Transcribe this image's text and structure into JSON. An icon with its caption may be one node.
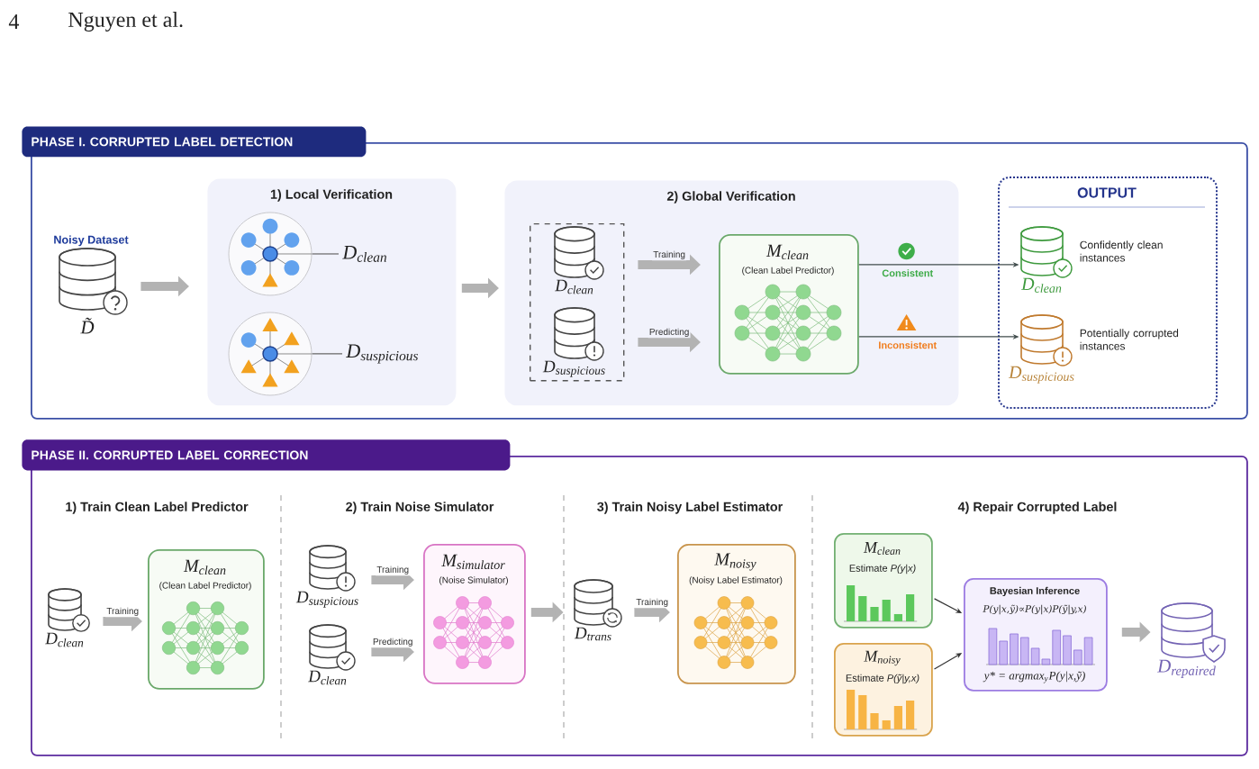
{
  "diagram": {
    "nodes": [
      {
        "text": [
          "PHASE I. CORRUPTED LABEL DETECTION"
        ]
      },
      {
        "text": [
          "Noisy Dataset",
          "D̃"
        ],
        "in": 0
      },
      {
        "text": [
          "1) Local Verification"
        ],
        "in": 0
      },
      {
        "text": [],
        "shape": "circle",
        "in": 2
      },
      {
        "text": [
          "D$_{clean}$"
        ],
        "in": 2
      },
      {
        "text": [],
        "shape": "circle",
        "in": 2
      },
      {
        "text": [
          "D$_{suspicious}$"
        ],
        "in": 2
      },
      {
        "text": [
          "2) Global Verification"
        ],
        "in": 0
      },
      {
        "text": [],
        "shape": "box",
        "in": 7
      },
      {
        "text": [
          "D$_{clean}$"
        ],
        "in": 8
      },
      {
        "text": [
          "D$_{suspicious}$"
        ],
        "in": 8
      },
      {
        "text": [
          "M$_{clean}$",
          "(Clean Label Predictor)"
        ],
        "in": 7
      },
      {
        "text": [
          "OUTPUT"
        ],
        "in": 0
      },
      {
        "text": [
          "D$_{clean}$"
        ],
        "beside": [
          "Confidently clean instances"
        ],
        "in": 12
      },
      {
        "text": [
          "D$_{suspicious}$"
        ],
        "beside": [
          "Potentially corrupted instances"
        ],
        "in": 12
      },
      {
        "text": [
          "PHASE II. CORRUPTED LABEL CORRECTION"
        ]
      },
      {
        "text": [
          "D$_{clean}$"
        ],
        "in": 15
      },
      {
        "text": [
          "M$_{clean}$",
          "(Clean Label Predictor)"
        ],
        "in": 15
      },
      {
        "text": [
          "D$_{suspicious}$"
        ],
        "in": 15
      },
      {
        "text": [
          "D$_{clean}$"
        ],
        "in": 15
      },
      {
        "text": [
          "M$_{simulator}$",
          "(Noise Simulator)"
        ],
        "in": 15
      },
      {
        "text": [
          "D$_{trans}$"
        ],
        "in": 15
      },
      {
        "text": [
          "M$_{noisy}$",
          "(Noisy Label Estimator)"
        ],
        "in": 15
      },
      {
        "text": [
          "M$_{clean}$",
          "Estimate *P(y|x)*"
        ],
        "in": 15
      },
      {
        "text": [
          "M$_{noisy}$",
          "Estimate *P(ỹ|y,x)*"
        ],
        "in": 15
      },
      {
        "text": [
          "Bayesian Inference",
          "P(y|x,ỹ)∝P(y|x)P(ỹ|y,x)",
          "y* = argmax$_{y}$P(y|x,ỹ)"
        ],
        "in": 15
      },
      {
        "text": [
          "D$_{repaired}$"
        ],
        "in": 15
      }
    ],
    "edges": [
      {
        "from": 1,
        "to": 2,
        "arrow": "to"
      },
      {
        "from": 3,
        "to": 4,
        "arrow": "none",
        "color": "#666666"
      },
      {
        "from": 5,
        "to": 6,
        "arrow": "none",
        "color": "#666666"
      },
      {
        "from": 2,
        "to": 7,
        "arrow": "to"
      },
      {
        "from": 9,
        "to": 11,
        "arrow": "to",
        "label": "Training"
      },
      {
        "from": 10,
        "to": 11,
        "arrow": "to",
        "label": "Predicting"
      },
      {
        "from": 11,
        "to": 13,
        "arrow": "to",
        "label": "Consistent",
        "color": "#3f4b4b"
      },
      {
        "from": 11,
        "to": 14,
        "arrow": "to",
        "label": "Inconsistent",
        "color": "#3f4b4b"
      },
      {
        "from": 16,
        "to": 17,
        "arrow": "to",
        "label": "Training"
      },
      {
        "from": 18,
        "to": 20,
        "arrow": "to",
        "label": "Training"
      },
      {
        "from": 19,
        "to": 20,
        "arrow": "to",
        "label": "Predicting"
      },
      {
        "from": 20,
        "to": 21,
        "arrow": "to"
      },
      {
        "from": 21,
        "to": 22,
        "arrow": "to",
        "label": "Training"
      },
      {
        "from": 23,
        "to": 25,
        "arrow": "to",
        "color": "#333333"
      },
      {
        "from": 24,
        "to": 25,
        "arrow": "to",
        "color": "#333333"
      },
      {
        "from": 25,
        "to": 26,
        "arrow": "to"
      }
    ],
    "labels": [
      "4",
      "Nguyen et al.",
      "1) Train Clean Label Predictor",
      "2) Train Noise Simulator",
      "3) Train Noisy Label Estimator",
      "4) Repair Corrupted Label"
    ]
  }
}
